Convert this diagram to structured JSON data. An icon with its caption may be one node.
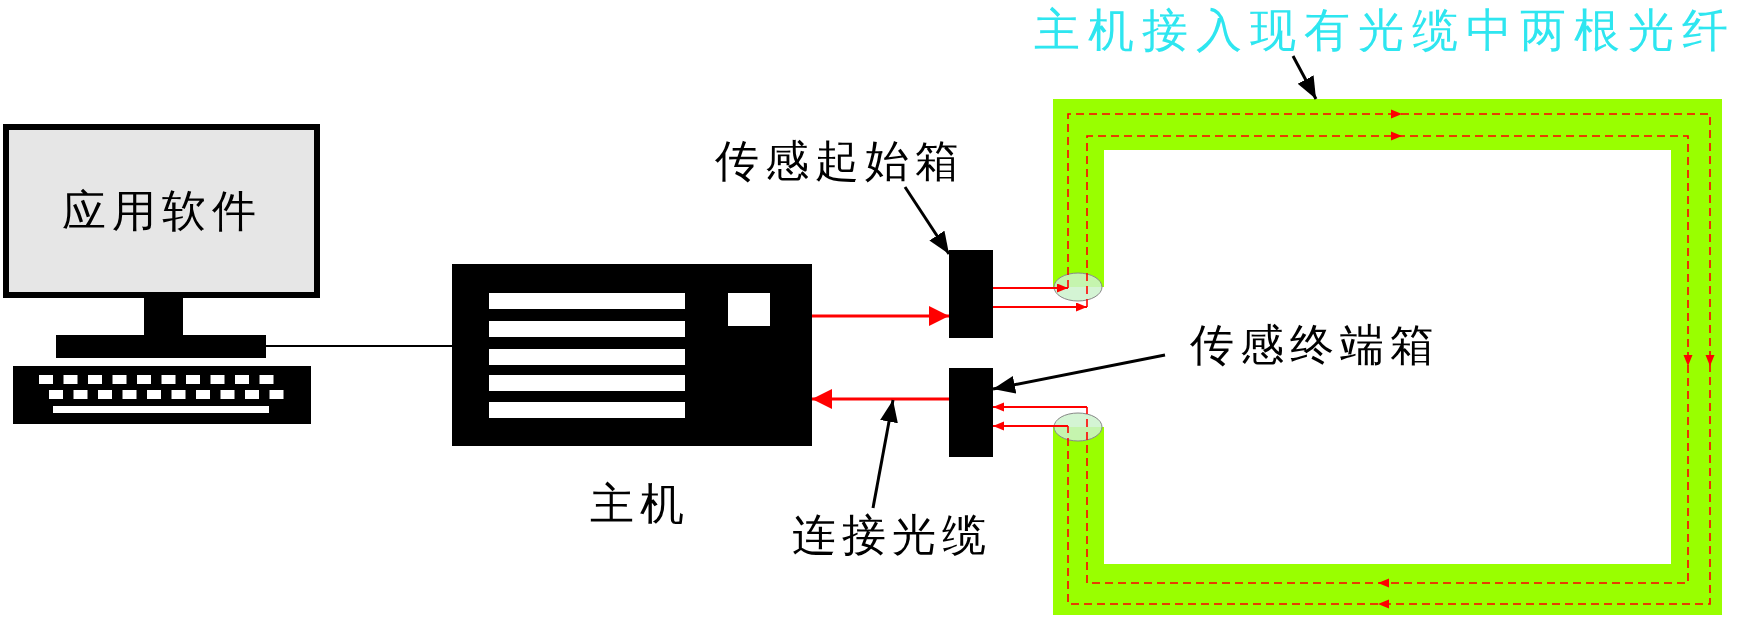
{
  "diagram": {
    "nodes": [
      {
        "text": [
          "应用软件"
        ]
      },
      {
        "text": [],
        "shape": "box",
        "beside": [
          "主机"
        ]
      },
      {
        "text": [],
        "shape": "box"
      },
      {
        "text": [],
        "shape": "box"
      },
      {
        "text": [
          "传感起始箱"
        ]
      },
      {
        "text": [
          "传感终端箱"
        ]
      },
      {
        "text": [
          "连接光缆"
        ]
      },
      {
        "text": [],
        "shape": "band"
      },
      {
        "text": [
          "主机接入现有光缆中两根光纤"
        ]
      }
    ],
    "edges": [
      {
        "from": 0,
        "to": 1,
        "arrow": "none",
        "color": "#000000"
      },
      {
        "from": 1,
        "to": 2,
        "arrow": "to",
        "color": "#ff0000"
      },
      {
        "from": 3,
        "to": 1,
        "arrow": "to",
        "color": "#ff0000"
      },
      {
        "from": 2,
        "to": 7,
        "arrow": "to",
        "color": "#ff0000"
      },
      {
        "from": 2,
        "to": 7,
        "arrow": "to",
        "color": "#ff0000"
      },
      {
        "from": 7,
        "to": 3,
        "arrow": "to",
        "color": "#ff0000"
      },
      {
        "from": 7,
        "to": 3,
        "arrow": "to",
        "color": "#ff0000"
      },
      {
        "from": 4,
        "to": 2,
        "arrow": "to",
        "color": "#000000"
      },
      {
        "from": 5,
        "to": 3,
        "arrow": "to",
        "color": "#000000"
      },
      {
        "from": 6,
        "to": null,
        "arrow": "to",
        "color": "#000000"
      },
      {
        "from": 8,
        "to": 7,
        "arrow": "to",
        "color": "#000000"
      }
    ]
  }
}
